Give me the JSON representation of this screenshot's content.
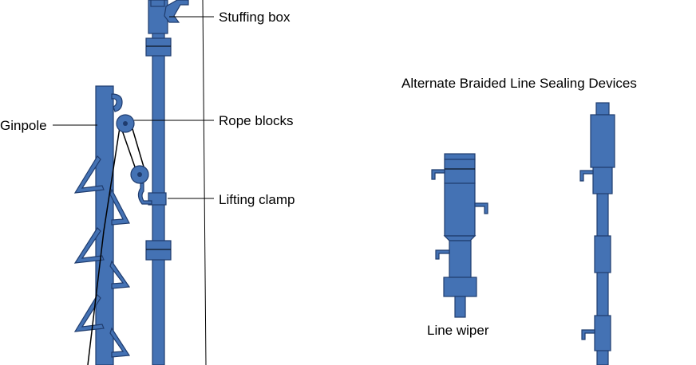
{
  "colors": {
    "part_fill": "#4472B4",
    "part_stroke": "#1F3C6E",
    "line": "#000000",
    "background": "#FFFFFF"
  },
  "labels": {
    "stuffing_box": "Stuffing box",
    "rope_blocks": "Rope blocks",
    "lifting_clamp": "Lifting clamp",
    "ginpole": "Ginpole",
    "alternate_title": "Alternate Braided Line Sealing Devices",
    "line_wiper": "Line wiper"
  }
}
